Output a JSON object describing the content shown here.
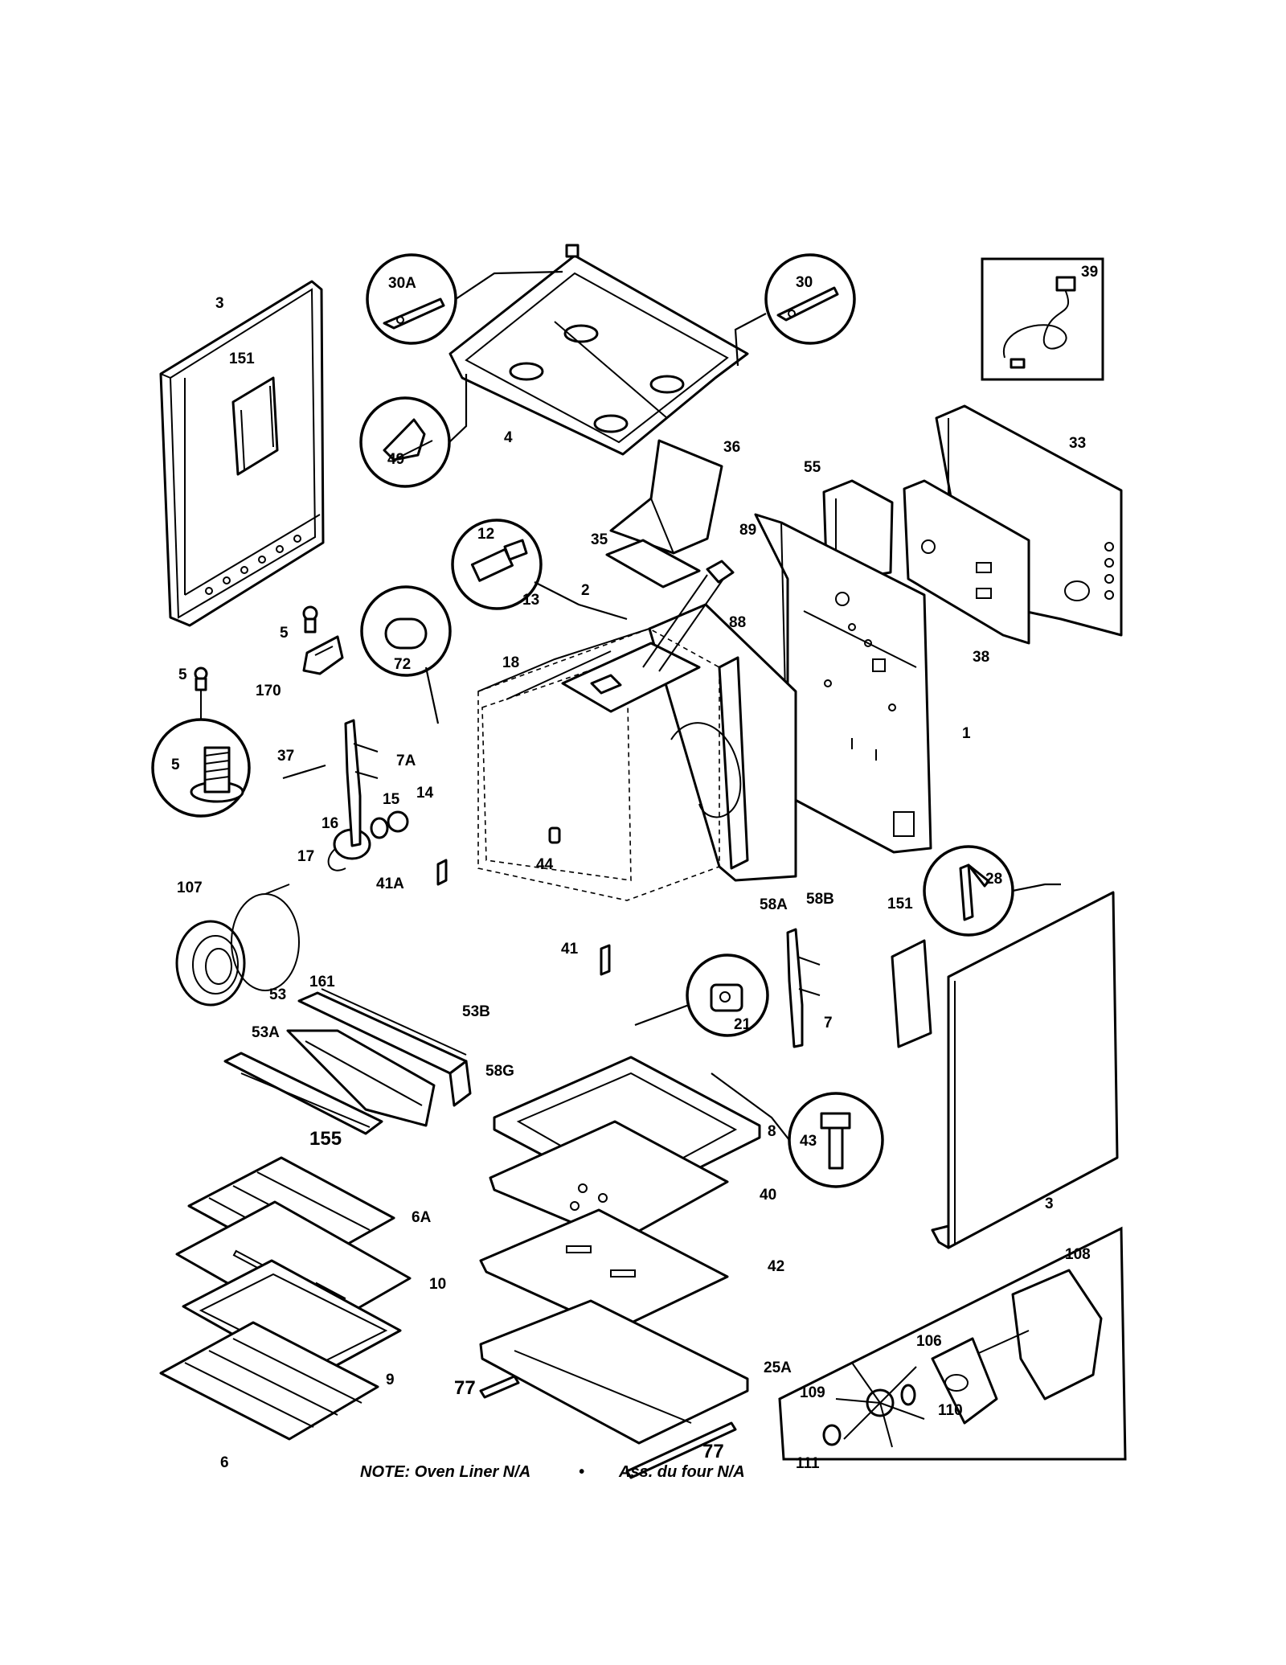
{
  "labels": {
    "p3_left": "3",
    "p151_left": "151",
    "p5_a": "5",
    "p5_b": "5",
    "p5_callout": "5",
    "p170": "170",
    "p30A": "30A",
    "p30": "30",
    "p39": "39",
    "p49": "49",
    "p4": "4",
    "p36": "36",
    "p33": "33",
    "p55": "55",
    "p12": "12",
    "p35": "35",
    "p89": "89",
    "p88": "88",
    "p38": "38",
    "p72": "72",
    "p13": "13",
    "p2": "2",
    "p18": "18",
    "p1": "1",
    "p37": "37",
    "p7A": "7A",
    "p15": "15",
    "p14": "14",
    "p16": "16",
    "p17": "17",
    "p44": "44",
    "p41A": "41A",
    "p58A": "58A",
    "p58B": "58B",
    "p107": "107",
    "p161": "161",
    "p151_right": "151",
    "p28": "28",
    "p41": "41",
    "p21": "21",
    "p7": "7",
    "p53": "53",
    "p53B": "53B",
    "p53A": "53A",
    "p58G": "58G",
    "p155": "155",
    "p8": "8",
    "p43": "43",
    "p40": "40",
    "p6A": "6A",
    "p10": "10",
    "p42": "42",
    "p3_right": "3",
    "p108": "108",
    "p106": "106",
    "p25A": "25A",
    "p9": "9",
    "p77_a": "77",
    "p77_b": "77",
    "p109": "109",
    "p110": "110",
    "p6": "6",
    "p111": "111"
  },
  "note": {
    "english": "NOTE: Oven Liner N/A",
    "separator": "•",
    "french": "Ass. du four N/A"
  }
}
